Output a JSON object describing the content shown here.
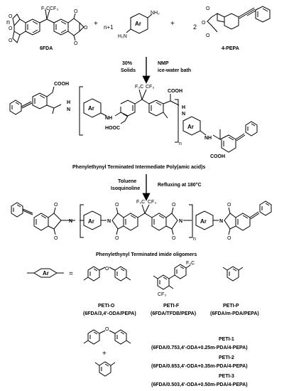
{
  "reaction1": {
    "coef_n": "n",
    "plus_1": "+",
    "coef_n1": "n+1",
    "plus_2": "+",
    "coef_2": "2",
    "monomer1_label": "6FDA",
    "monomer3_label": "4-PEPA",
    "ar": "Ar",
    "cf3": "F₃C",
    "cf3b": "CF₃",
    "o": "O",
    "nh2": "NH₂",
    "h2n": "H₂N",
    "conditions_left_1": "30%",
    "conditions_left_2": "Solids",
    "conditions_right_1": "NMP",
    "conditions_right_2": "ice-water bath"
  },
  "intermediate": {
    "cooh": "COOH",
    "hooc": "HOOC",
    "nh": "NH",
    "hn": "N",
    "h": "H",
    "ar": "Ar",
    "n": "n",
    "label": "Phenylethynyl Terminated Intermediate Poly(amic acid)s"
  },
  "step2": {
    "conditions_left_1": "Toluene",
    "conditions_left_2": "Isoquinoline",
    "conditions_right": "Refluxing at 180°C"
  },
  "oligomer": {
    "label": "Phenylethynyl Terminated imide oligomers",
    "n_atom": "N",
    "o": "O",
    "ar": "Ar",
    "n": "n"
  },
  "ar_definitions": {
    "ar": "Ar",
    "equals": "=",
    "o_bridge": "O",
    "f3c": "F₃C",
    "cf3": "CF₃",
    "petio_name": "PETI-O",
    "petio_desc": "(6FDA/3,4'-ODA/PEPA)",
    "petif_name": "PETI-F",
    "petif_desc": "(6FDA/TFDB/PEPA)",
    "petip_name": "PETI-P",
    "petip_desc": "(6FDA/m-PDA/PEPA)"
  },
  "copolymers": {
    "plus": "+",
    "o_bridge": "O",
    "items": [
      {
        "name": "PETI-1",
        "desc": "(6FDA/0.753,4'-ODA+0.25m-PDA/4-PEPA)"
      },
      {
        "name": "PETI-2",
        "desc": "(6FDA/0.653,4'-ODA+0.35m-PDA/4-PEPA)"
      },
      {
        "name": "PETI-3",
        "desc": "(6FDA/0.503,4'-ODA+0.50m-PDA/4-PEPA)"
      }
    ]
  }
}
